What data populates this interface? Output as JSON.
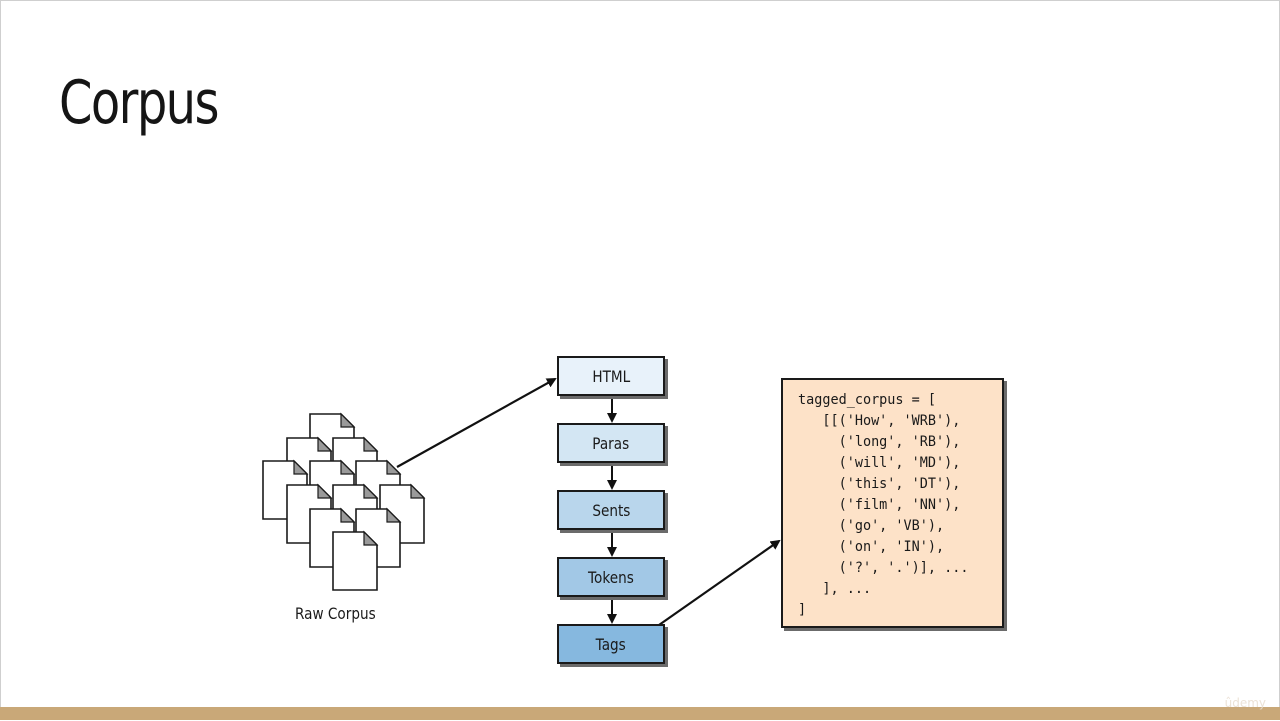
{
  "slide": {
    "title": "Corpus",
    "watermark": "ûdemy"
  },
  "diagram": {
    "raw_corpus_label": "Raw Corpus",
    "stages": [
      {
        "label": "HTML",
        "color": "#e8f2fa"
      },
      {
        "label": "Paras",
        "color": "#d3e6f3"
      },
      {
        "label": "Sents",
        "color": "#b9d6ec"
      },
      {
        "label": "Tokens",
        "color": "#a2c8e6"
      },
      {
        "label": "Tags",
        "color": "#86b8df"
      }
    ],
    "code_lines": [
      "tagged_corpus = [",
      "   [[('How', 'WRB'),",
      "     ('long', 'RB'),",
      "     ('will', 'MD'),",
      "     ('this', 'DT'),",
      "     ('film', 'NN'),",
      "     ('go', 'VB'),",
      "     ('on', 'IN'),",
      "     ('?', '.')], ...",
      "   ], ...",
      "]"
    ],
    "code_bg": "#fde2c8",
    "accent_bar": "#c9a878"
  }
}
